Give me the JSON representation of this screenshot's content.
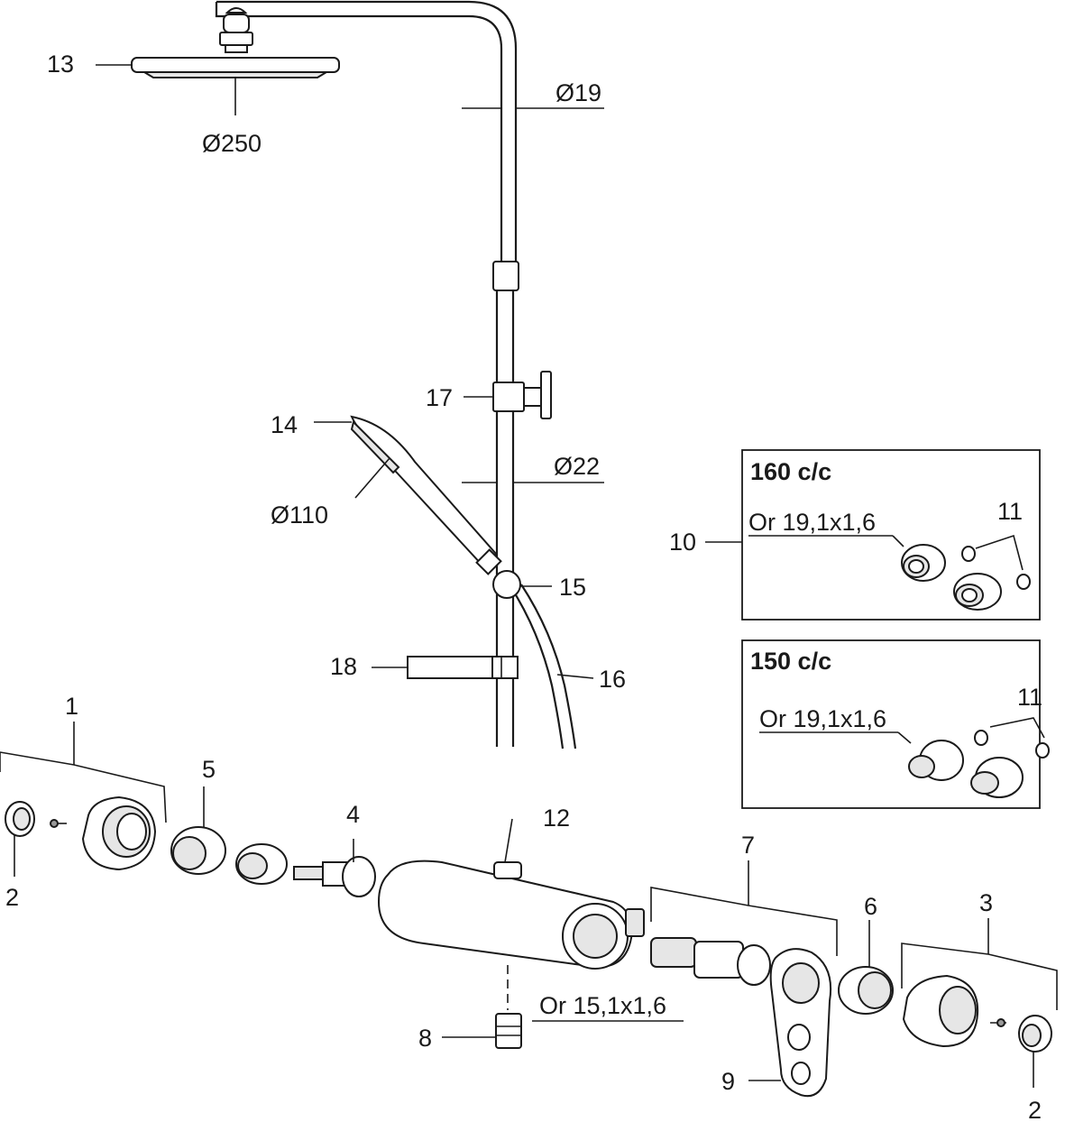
{
  "callouts": {
    "c1": "1",
    "c2a": "2",
    "c2b": "2",
    "c3": "3",
    "c4": "4",
    "c5": "5",
    "c6": "6",
    "c7": "7",
    "c8": "8",
    "c9": "9",
    "c10": "10",
    "c11a": "11",
    "c11b": "11",
    "c12": "12",
    "c13": "13",
    "c14": "14",
    "c15": "15",
    "c16": "16",
    "c17": "17",
    "c18": "18"
  },
  "dimensions": {
    "head_diameter": "Ø250",
    "upper_pipe_diameter": "Ø19",
    "lower_pipe_diameter": "Ø22",
    "hand_shower_diameter": "Ø110"
  },
  "seals": {
    "box_160": "Or 19,1x1,6",
    "box_150": "Or 19,1x1,6",
    "inlet": "Or 15,1x1,6"
  },
  "boxes": {
    "top_title": "160 c/c",
    "bottom_title": "150 c/c"
  }
}
